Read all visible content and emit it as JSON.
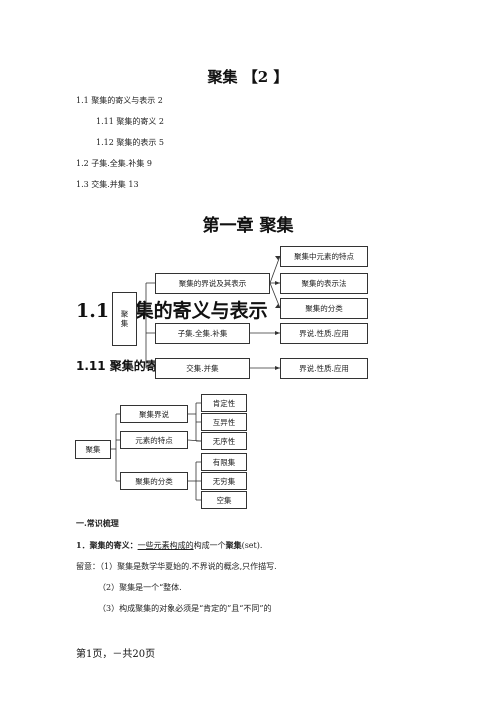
{
  "title": "聚集 【2 】",
  "toc": [
    "1.1 聚集的寄义与表示 2",
    "1.11 聚集的寄义 2",
    "1.12 聚集的表示 5",
    "1.2 子集.全集.补集 9",
    "1.3 交集.并集 13"
  ],
  "chapter": "第一章 聚集",
  "diagram1": {
    "root": "聚集",
    "mid": [
      "聚集的界说及其表示",
      "子集.全集.补集",
      "交集.并集"
    ],
    "right": [
      "聚集中元素的特点",
      "聚集的表示法",
      "聚集的分类",
      "界说.性质.应用",
      "界说.性质.应用"
    ]
  },
  "heading1": "1.1 聚集的寄义与表示",
  "heading2": "1.11 聚集的寄",
  "diagram2": {
    "root": "聚集",
    "mid": [
      "聚集界说",
      "元素的特点",
      "聚集的分类"
    ],
    "right": [
      "肯定性",
      "互异性",
      "无序性",
      "有限集",
      "无穷集",
      "空集"
    ]
  },
  "section": "一.常识梳理",
  "point1": {
    "label": "1．聚集的寄义：",
    "definition": "一些元素构成的",
    "rest1": "构成一个",
    "term": "聚集",
    "rest2": "(set).",
    "notes": [
      "留意：（1）聚集是数学华夏始的.不界说的概念,只作描写.",
      "（2）聚集是一个“整体.",
      "（3）构成聚集的对象必须是“肯定的”且“不同”的"
    ]
  },
  "footer": "第1页，－共20页"
}
